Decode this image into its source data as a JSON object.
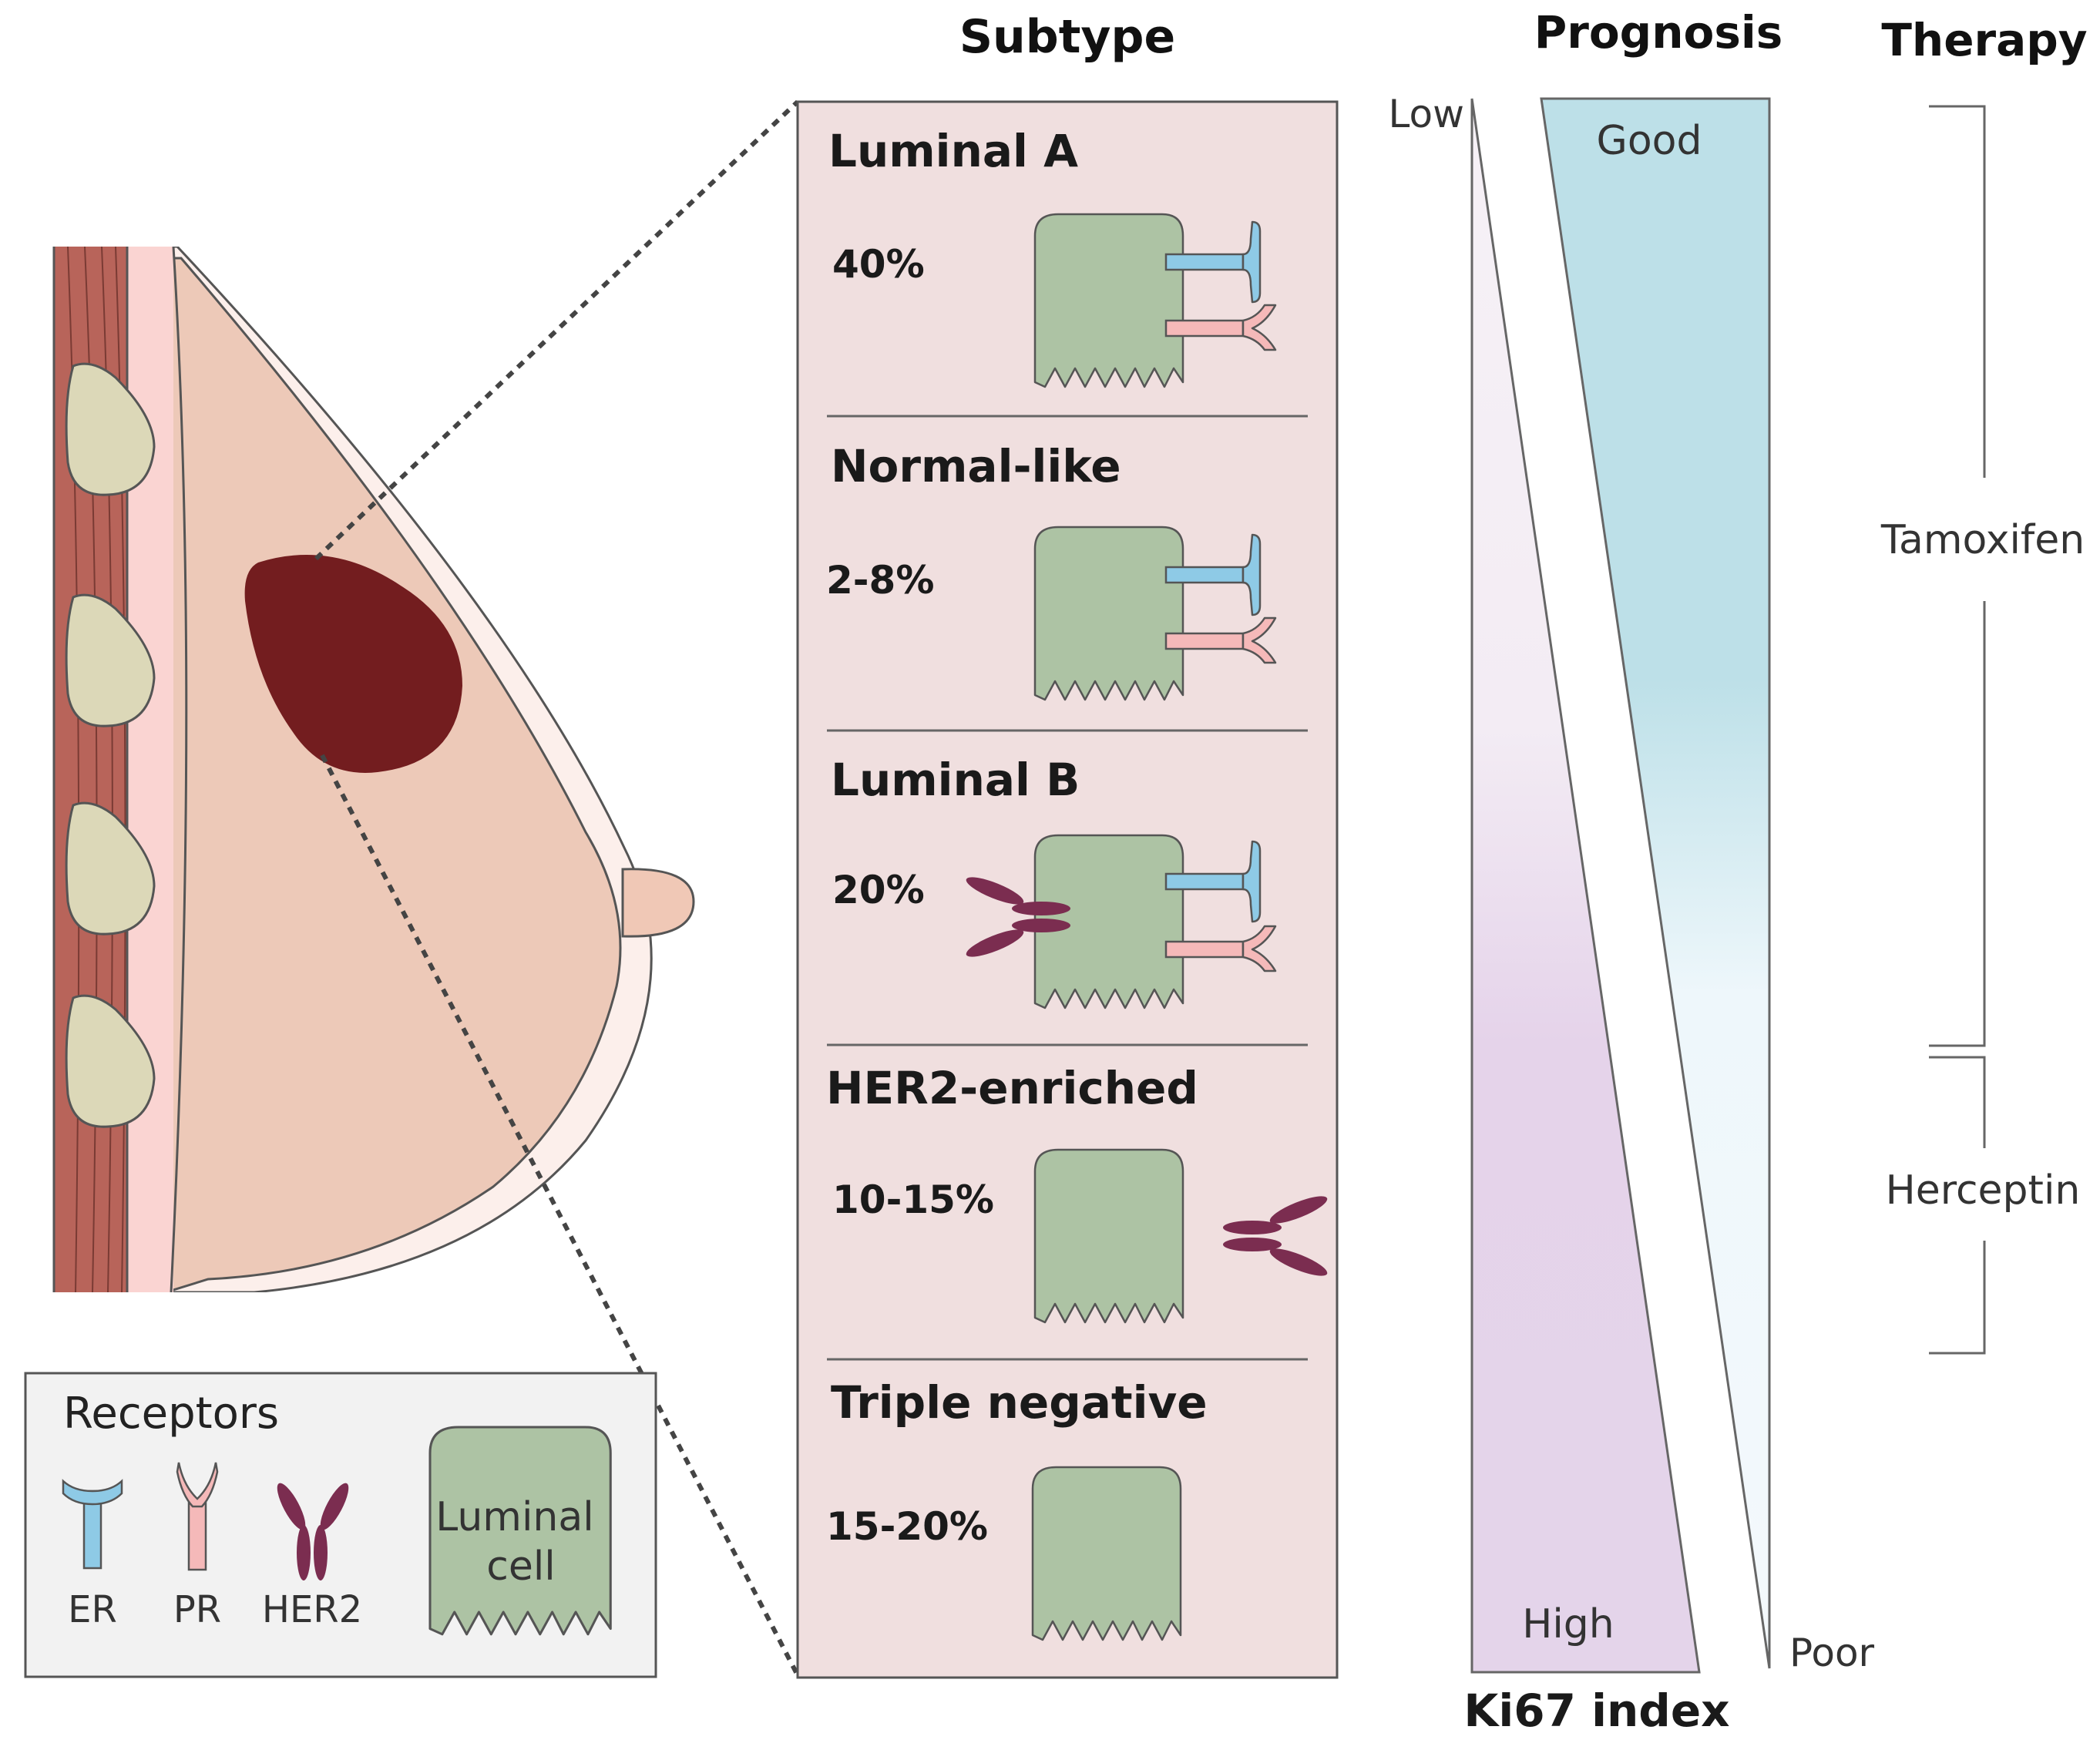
{
  "headers": {
    "subtype": "Subtype",
    "prognosis": "Prognosis",
    "therapy": "Therapy"
  },
  "subtypes": [
    {
      "name": "Luminal A",
      "percent": "40%",
      "receptors": [
        "ER",
        "PR"
      ]
    },
    {
      "name": "Normal-like",
      "percent": "2-8%",
      "receptors": [
        "ER",
        "PR"
      ]
    },
    {
      "name": "Luminal B",
      "percent": "20%",
      "receptors": [
        "ER",
        "PR",
        "HER2"
      ]
    },
    {
      "name": "HER2-enriched",
      "percent": "10-15%",
      "receptors": [
        "HER2"
      ]
    },
    {
      "name": "Triple negative",
      "percent": "15-20%",
      "receptors": []
    }
  ],
  "ki67": {
    "low": "Low",
    "high": "High",
    "title": "Ki67 index"
  },
  "prognosis": {
    "good": "Good",
    "poor": "Poor"
  },
  "therapy": {
    "tamoxifen": "Tamoxifen",
    "herceptin": "Herceptin"
  },
  "legend": {
    "title": "Receptors",
    "er": "ER",
    "pr": "PR",
    "her2": "HER2",
    "cell_line1": "Luminal",
    "cell_line2": "cell"
  },
  "colors": {
    "er": "#8ecae6",
    "pr": "#f5b9b9",
    "her2": "#7b2d50",
    "cell": "#adc3a4",
    "tumor": "#731d1f",
    "panel": "#f0dfdf",
    "prognosis_gradient": "#bde0e8",
    "ki67_gradient": "#e5d3ea",
    "legend_bg": "#f2f2f2",
    "muscle": "#b8645a",
    "lymph_node": "#dcd8b8",
    "breast_tissue": "#edc9b8"
  }
}
